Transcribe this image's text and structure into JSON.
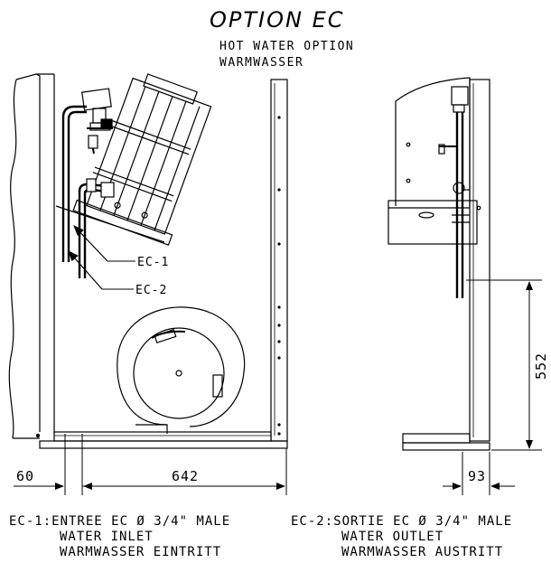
{
  "header": {
    "title": "OPTION EC",
    "line1": "HOT WATER OPTION",
    "line2": "WARMWASSER"
  },
  "callouts": {
    "ec1": "EC-1",
    "ec2": "EC-2"
  },
  "dimensions": {
    "left_offset": "60",
    "width": "642",
    "right_offset": "93",
    "height": "552"
  },
  "legend": {
    "ec1": {
      "line1": "EC-1:ENTREE EC Ø 3/4\" MALE",
      "line2": "WATER INLET",
      "line3": "WARMWASSER EINTRITT"
    },
    "ec2": {
      "line1": "EC-2:SORTIE EC Ø 3/4\" MALE",
      "line2": "WATER OUTLET",
      "line3": "WARMWASSER AUSTRITT"
    }
  }
}
